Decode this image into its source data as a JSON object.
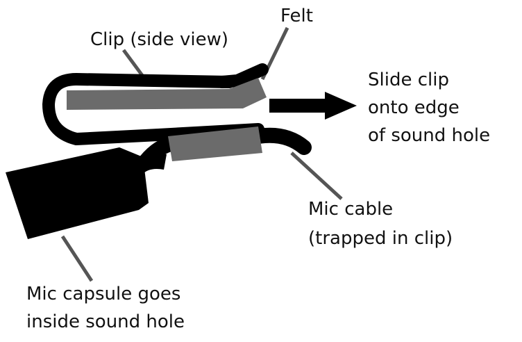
{
  "labels": {
    "clip": "Clip (side view)",
    "felt": "Felt",
    "slide_line1": "Slide clip",
    "slide_line2": "onto edge",
    "slide_line3": "of sound hole",
    "cable_line1": "Mic cable",
    "cable_line2": "(trapped in clip)",
    "capsule_line1": "Mic capsule goes",
    "capsule_line2": "inside sound hole"
  },
  "colors": {
    "clip": "#000000",
    "felt": "#6b6b6b",
    "leader": "#555555",
    "text": "#111111"
  }
}
